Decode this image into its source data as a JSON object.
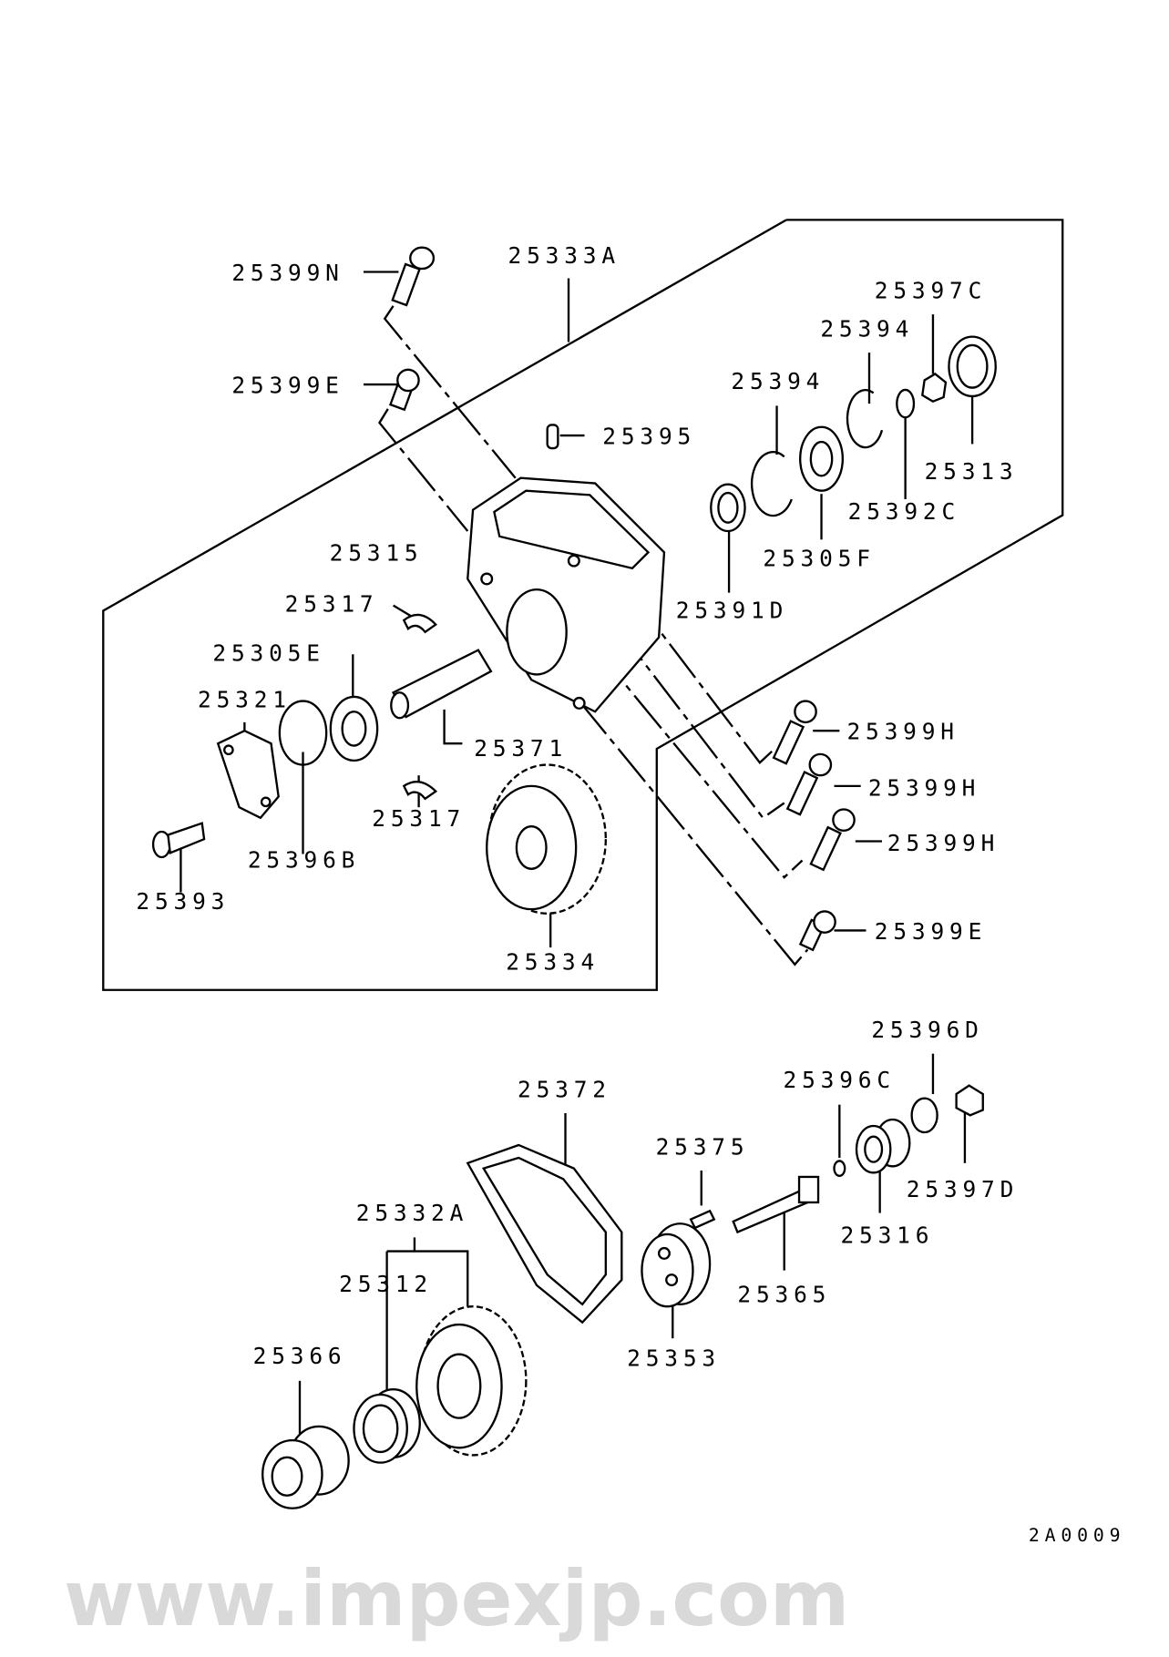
{
  "diagram_code": "2A0009",
  "watermark": "www.impexjp.com",
  "labels": {
    "bolt_n": "25399N",
    "case_assy": "25333A",
    "nut_c": "25397C",
    "snap_ring_upper": "25394",
    "snap_ring_lower": "25394",
    "bolt_e_top": "25399E",
    "dowel_pin": "25395",
    "oil_seal": "25313",
    "washer_c": "25392C",
    "case": "25315",
    "bearing_f": "25305F",
    "key_upper": "25317",
    "bushing_d": "25391D",
    "bearing_e": "25305E",
    "cover": "25321",
    "shaft": "25371",
    "bolt_h_1": "25399H",
    "bolt_h_2": "25399H",
    "key_lower": "25317",
    "bolt_h_3": "25399H",
    "o_ring_b": "25396B",
    "screw": "25393",
    "bolt_e_bottom": "25399E",
    "gear_upper": "25334",
    "o_ring_d": "25396D",
    "gasket": "25372",
    "o_ring_c": "25396C",
    "pin": "25375",
    "nut_d": "25397D",
    "gear_assy": "25332A",
    "sleeve": "25316",
    "bearing": "25312",
    "stud": "25365",
    "plate": "25353",
    "pulley": "25366"
  }
}
